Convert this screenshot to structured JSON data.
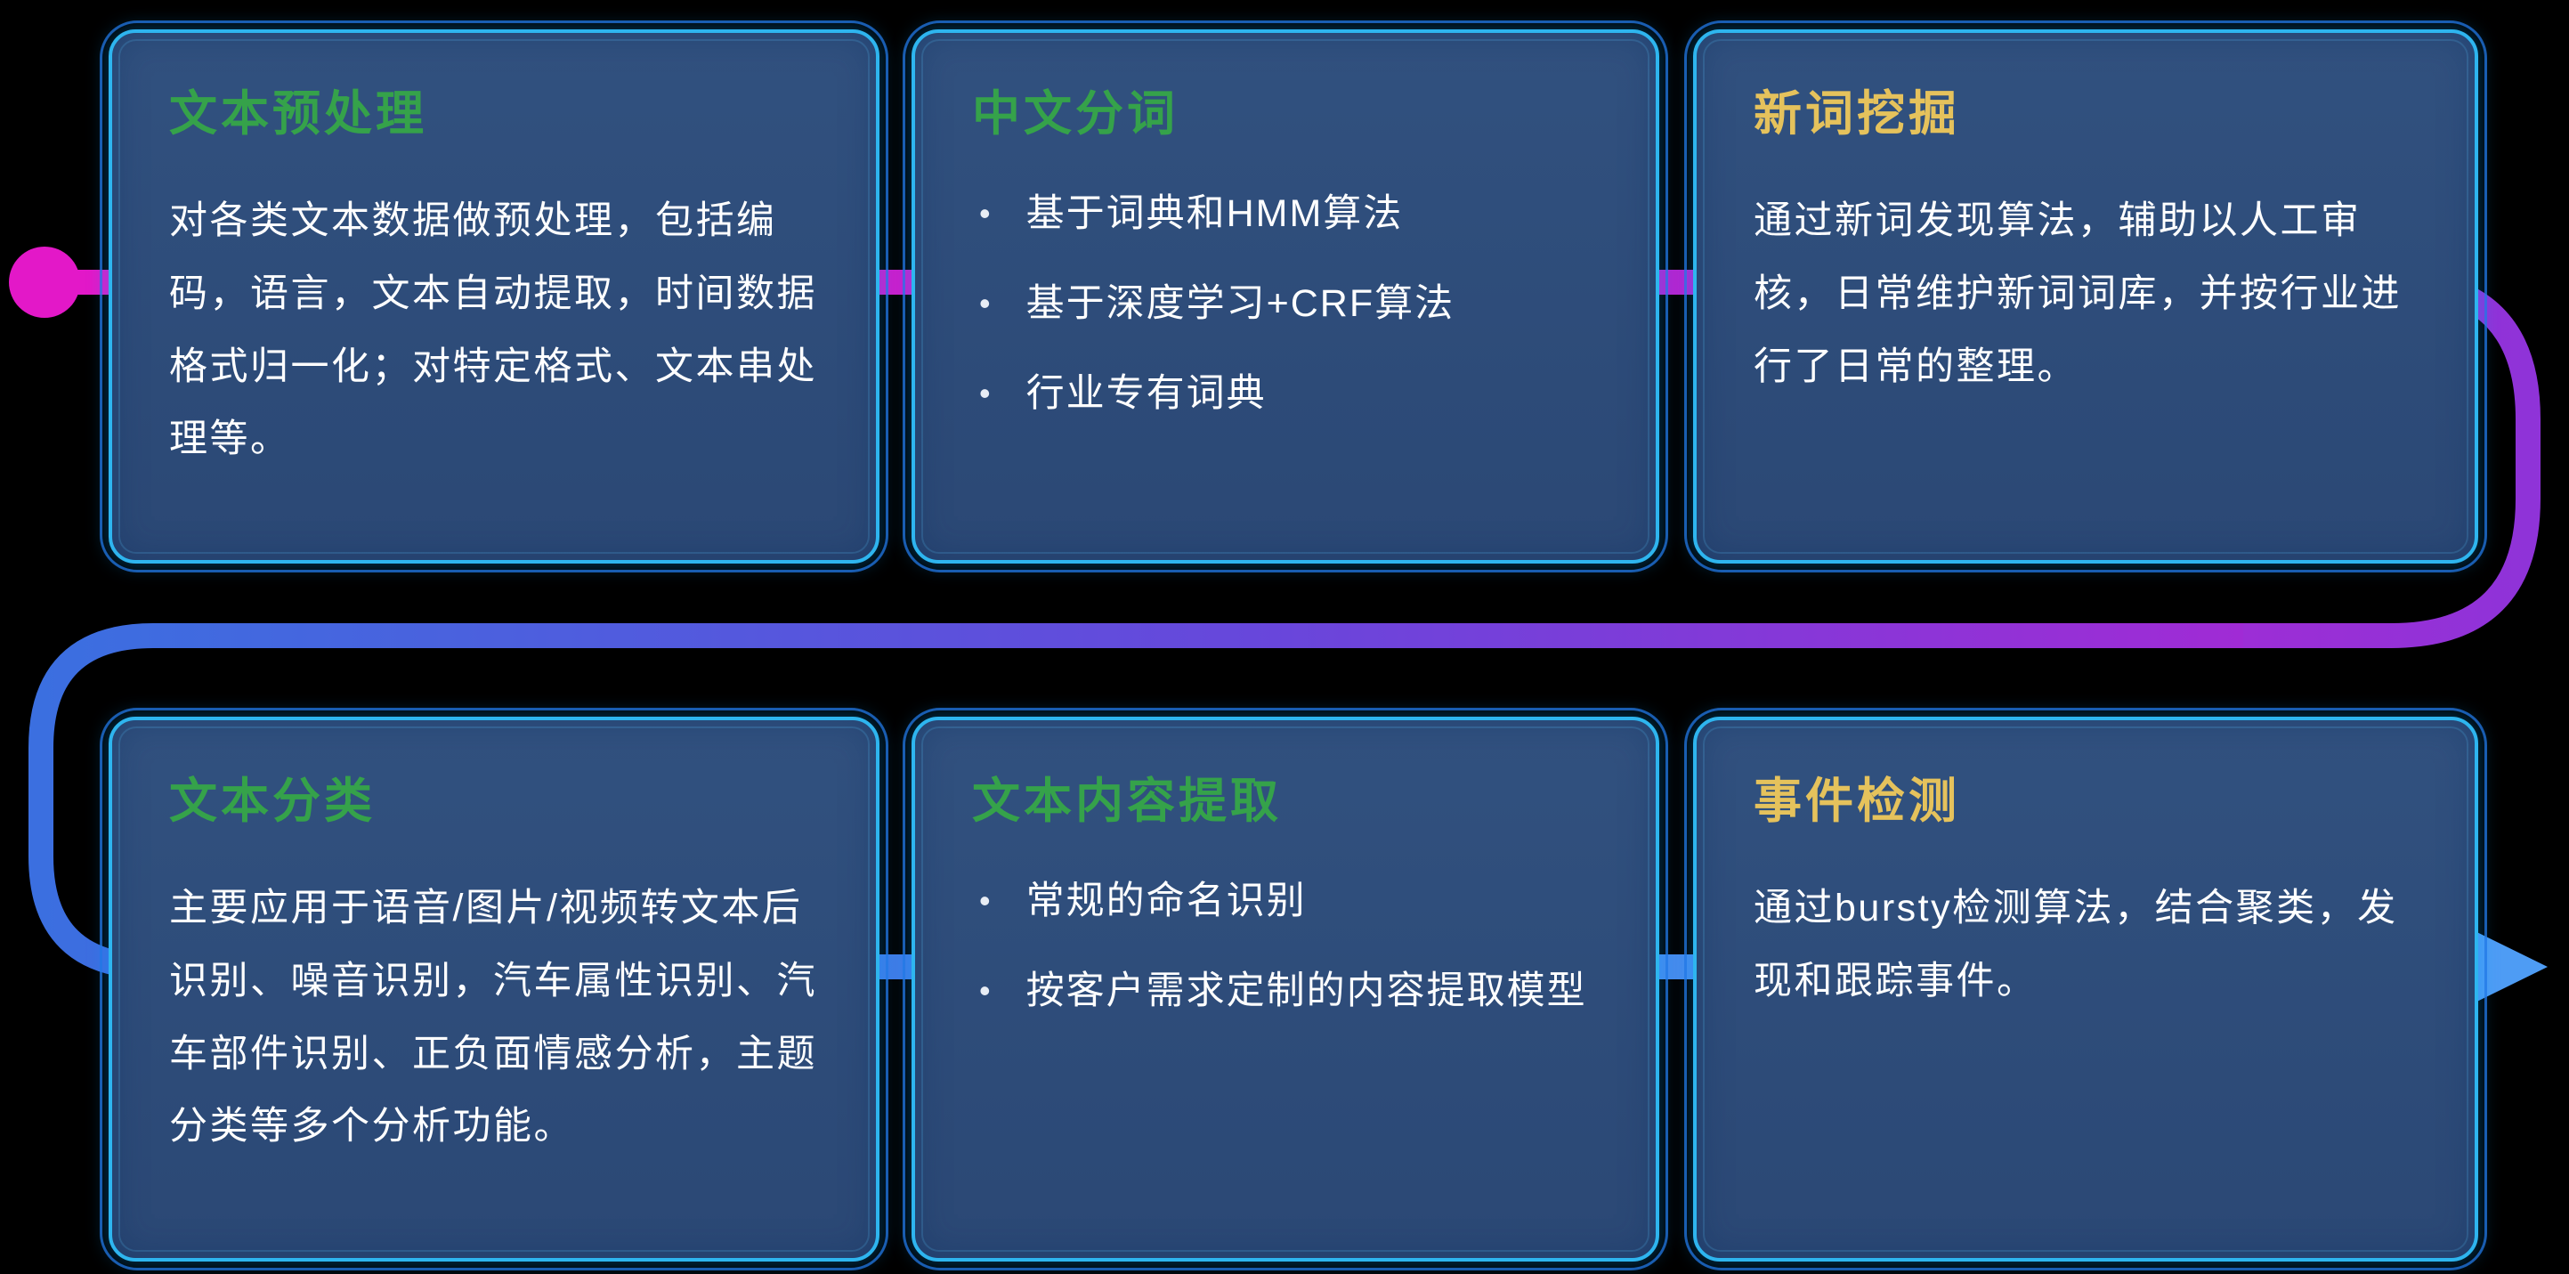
{
  "colors": {
    "background": "#000000",
    "card_background": "#2E4C7C",
    "card_border": "#2EB5EF",
    "card_outer_outline": "#2278E6",
    "title_green": "#35A24A",
    "title_yellow": "#E5C25C",
    "body_text": "#FFFFFF",
    "flow_start_magenta": "#E318C8",
    "flow_mid_purple": "#8F33D8",
    "flow_blue": "#3B6FE0",
    "flow_end_blue": "#4E9CF4"
  },
  "flow": {
    "description": "s-shaped-flow-line",
    "start_marker": "magenta-dot",
    "end_marker": "blue-right-arrow"
  },
  "cards": [
    {
      "id": "text-preprocessing",
      "title": "文本预处理",
      "title_color": "#35A24A",
      "type": "paragraph",
      "body": "对各类文本数据做预处理，包括编码，语言，文本自动提取，时间数据格式归一化；对特定格式、文本串处理等。"
    },
    {
      "id": "chinese-word-segmentation",
      "title": "中文分词",
      "title_color": "#35A24A",
      "type": "bullets",
      "bullets": [
        "基于词典和HMM算法",
        "基于深度学习+CRF算法",
        "行业专有词典"
      ]
    },
    {
      "id": "new-word-mining",
      "title": "新词挖掘",
      "title_color": "#E5C25C",
      "type": "paragraph",
      "body": "通过新词发现算法，辅助以人工审核，日常维护新词词库，并按行业进行了日常的整理。"
    },
    {
      "id": "text-classification",
      "title": "文本分类",
      "title_color": "#35A24A",
      "type": "paragraph",
      "body": "主要应用于语音/图片/视频转文本后识别、噪音识别，汽车属性识别、汽车部件识别、正负面情感分析，主题分类等多个分析功能。"
    },
    {
      "id": "text-content-extraction",
      "title": "文本内容提取",
      "title_color": "#35A24A",
      "type": "bullets",
      "bullets": [
        "常规的命名识别",
        "按客户需求定制的内容提取模型"
      ]
    },
    {
      "id": "event-detection",
      "title": "事件检测",
      "title_color": "#E5C25C",
      "type": "paragraph",
      "body": "通过bursty检测算法，结合聚类，发现和跟踪事件。"
    }
  ]
}
